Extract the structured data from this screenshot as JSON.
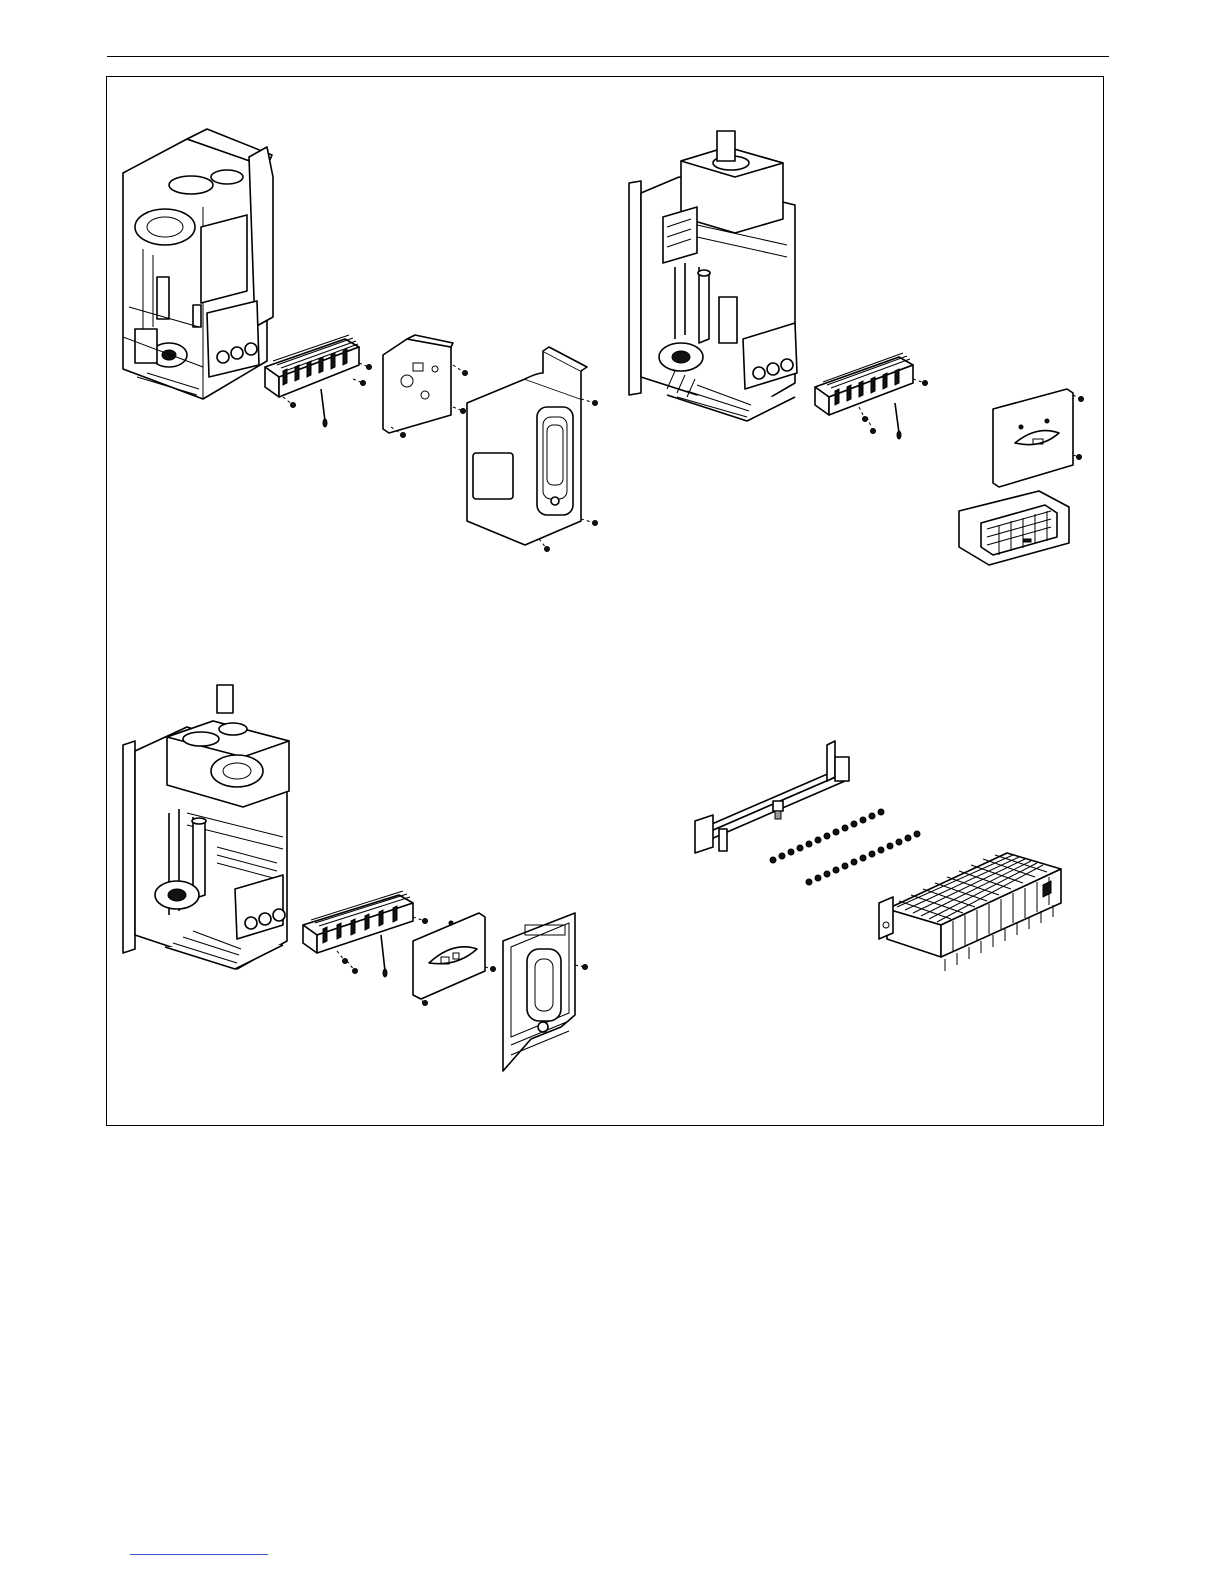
{
  "figure": {
    "panels": [
      {
        "name": "boiler-assembly-top-left",
        "parts": [
          "boiler-body",
          "burner",
          "burner-cover-plate",
          "front-cover"
        ]
      },
      {
        "name": "boiler-assembly-top-right",
        "parts": [
          "boiler-body",
          "burner",
          "burner-cover-plate",
          "combustion-tray"
        ]
      },
      {
        "name": "boiler-assembly-bottom-left",
        "parts": [
          "boiler-body",
          "burner",
          "burner-cover-plate",
          "sealed-panel"
        ]
      },
      {
        "name": "burner-detail-bottom-right",
        "parts": [
          "gas-manifold",
          "injector-row",
          "injector-row",
          "burner"
        ]
      }
    ]
  },
  "colors": {
    "line": "#000000",
    "paper": "#ffffff",
    "link_rule": "#3a56c8"
  }
}
